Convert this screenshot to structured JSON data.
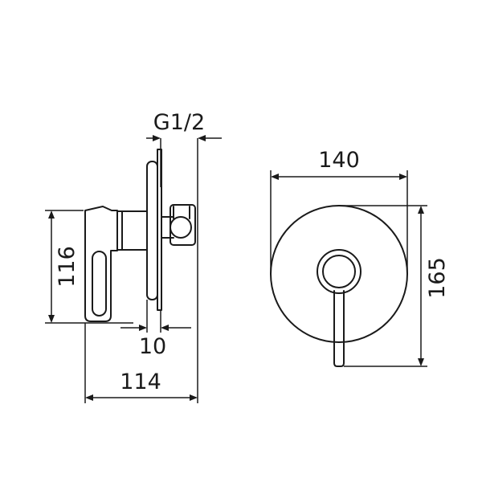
{
  "drawing": {
    "dimensions": {
      "thread": "G1/2",
      "diameter": "140",
      "plate_height": "165",
      "body_height": "116",
      "plate_gap": "10",
      "depth": "114"
    },
    "line_color": "#1a1a1a",
    "background": "#ffffff"
  }
}
